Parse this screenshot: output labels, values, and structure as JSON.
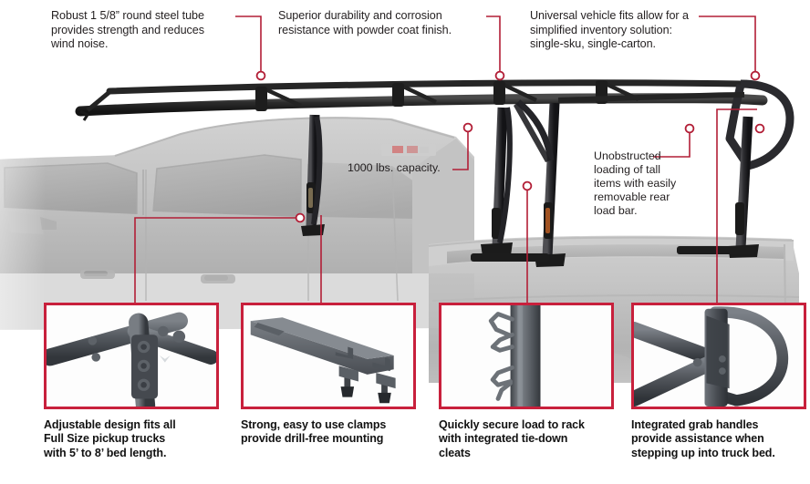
{
  "document": {
    "title": "Universal Truck Rack Product Feature Infographic",
    "accent_color": "#c8203c",
    "leader_color": "#b21e36",
    "text_color": "#231f20",
    "background_color": "#ffffff"
  },
  "callouts": [
    {
      "id": "steel-tube",
      "text": "Robust 1 5/8” round steel tube\nprovides strength and reduces\nwind noise."
    },
    {
      "id": "powder-coat",
      "text": "Superior durability and corrosion\nresistance with powder coat finish."
    },
    {
      "id": "universal-fit",
      "text": "Universal vehicle fits allow for a\nsimplified inventory solution:\nsingle-sku, single-carton."
    },
    {
      "id": "capacity",
      "text": "1000 lbs. capacity."
    },
    {
      "id": "unobstructed-loading",
      "text": "Unobstructed\nloading of tall\nitems with easily\nremovable rear\nload bar."
    }
  ],
  "panels": [
    {
      "id": "adjustable-design",
      "caption": "Adjustable design fits all\nFull Size pickup trucks\nwith 5’ to 8’ bed length."
    },
    {
      "id": "clamps",
      "caption": "Strong, easy to use clamps\nprovide drill-free mounting"
    },
    {
      "id": "tie-down-cleats",
      "caption": "Quickly secure load to rack\nwith integrated tie-down\ncleats"
    },
    {
      "id": "grab-handles",
      "caption": "Integrated grab handles\nprovide assistance when\nstepping up into truck bed."
    }
  ]
}
